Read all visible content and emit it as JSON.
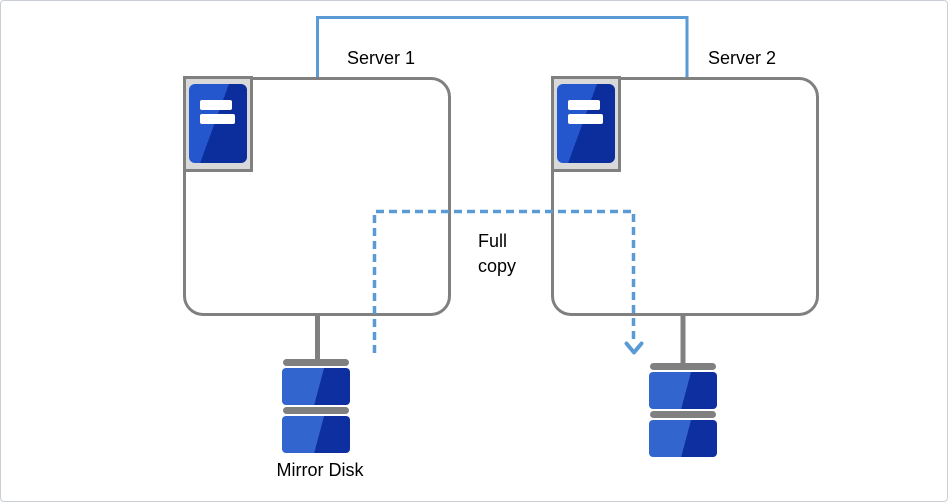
{
  "servers": [
    {
      "label": "Server 1"
    },
    {
      "label": "Server 2"
    }
  ],
  "arrow": {
    "label_lines": [
      "Full",
      "copy"
    ]
  },
  "labels": {
    "mirror_disk": "Mirror Disk"
  },
  "colors": {
    "canvas_bg": "#ffffff",
    "canvas_border": "#c9ced4",
    "connector_blue": "#5b9bd5",
    "outline_gray": "#808080",
    "icon_frame_fill": "#d9d9d9",
    "server_icon_blue_light": "#2456ce",
    "server_icon_blue_dark": "#0c2d9c",
    "disk_blue_light": "#3365cf",
    "disk_blue_dark": "#0e2f9f",
    "text": "#000000"
  }
}
